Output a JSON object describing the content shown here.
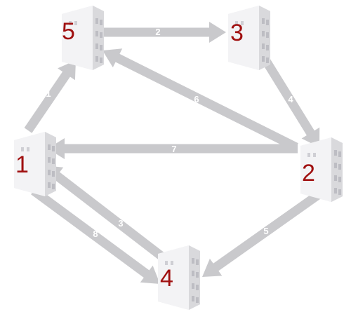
{
  "diagram": {
    "nodes": [
      {
        "id": "n5",
        "label": "5"
      },
      {
        "id": "n3",
        "label": "3"
      },
      {
        "id": "n1",
        "label": "1"
      },
      {
        "id": "n2",
        "label": "2"
      },
      {
        "id": "n4",
        "label": "4"
      }
    ],
    "edges": [
      {
        "from": "n5",
        "to": "n3",
        "label": "2"
      },
      {
        "from": "n1",
        "to": "n5",
        "label": "1"
      },
      {
        "from": "n2",
        "to": "n5",
        "label": "6"
      },
      {
        "from": "n3",
        "to": "n2",
        "label": "4"
      },
      {
        "from": "n2",
        "to": "n1",
        "label": "7"
      },
      {
        "from": "n4",
        "to": "n1",
        "label": "3"
      },
      {
        "from": "n1",
        "to": "n4",
        "label": "8"
      },
      {
        "from": "n2",
        "to": "n4",
        "label": "5"
      }
    ],
    "colors": {
      "arrow": "#c9c9cc",
      "node_number": "#a01010",
      "building_front": "#f1f1f3",
      "building_side": "#dcdcdf",
      "window": "#bdbdc3",
      "edge_label": "#ffffff"
    },
    "icons": {
      "node": "building-icon"
    }
  }
}
